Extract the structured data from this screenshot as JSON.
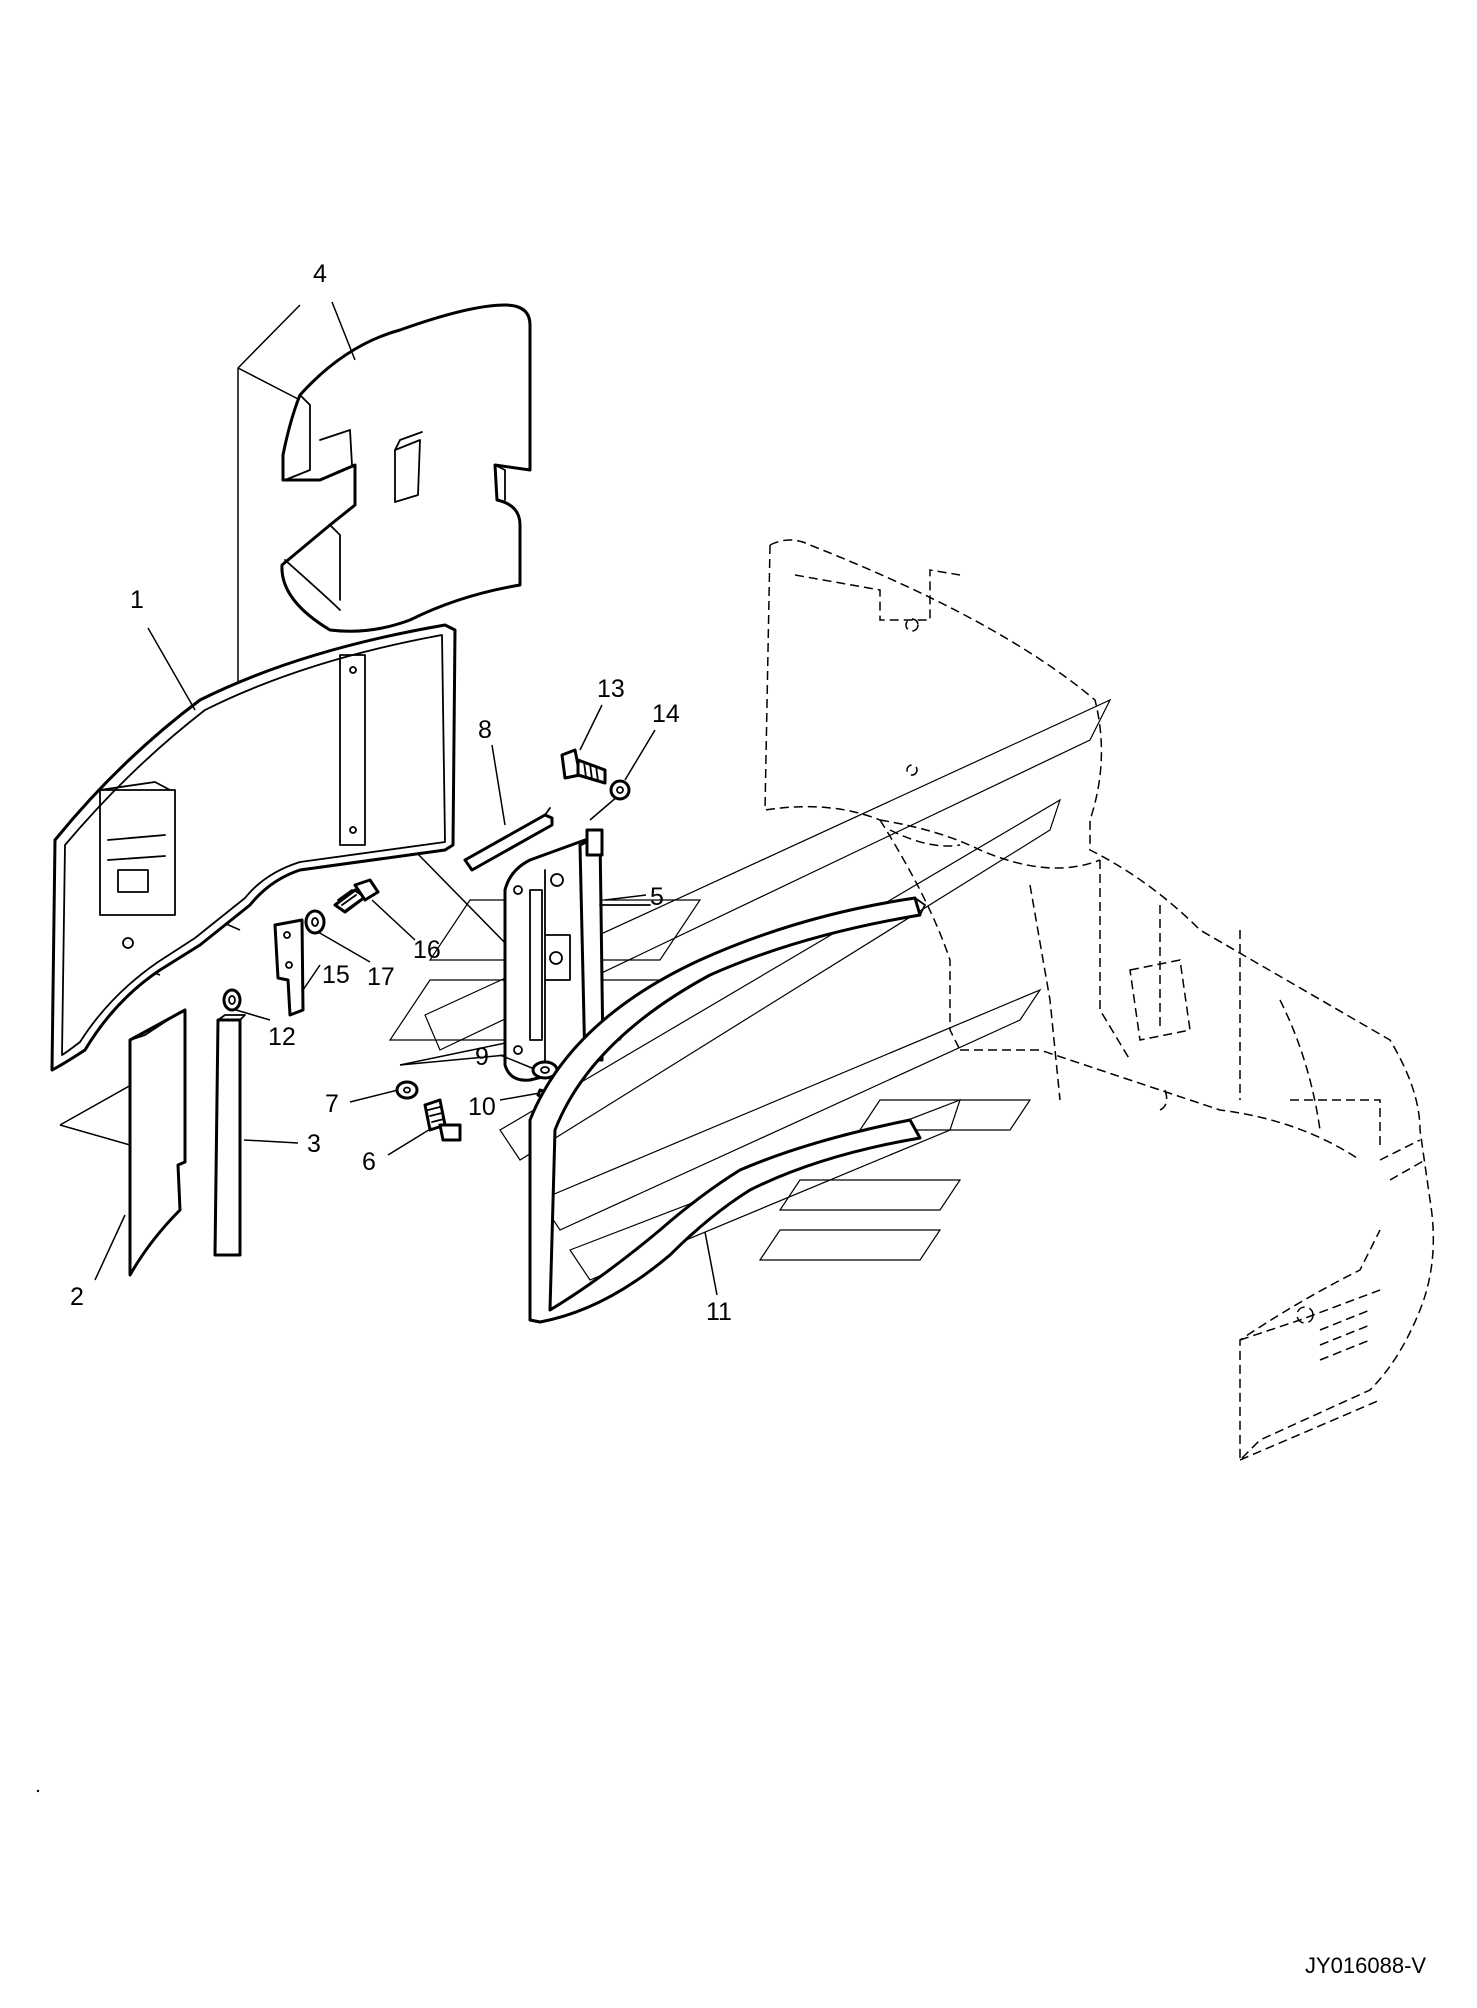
{
  "figure": {
    "drawing_code": "JY016088-V",
    "part_labels": [
      "1",
      "2",
      "3",
      "4",
      "5",
      "6",
      "7",
      "8",
      "9",
      "10",
      "11",
      "12",
      "13",
      "14",
      "15",
      "16",
      "17"
    ],
    "parts": [
      {
        "callout": "1",
        "kind": "door-panel"
      },
      {
        "callout": "2",
        "kind": "seal-strip"
      },
      {
        "callout": "3",
        "kind": "seal-bar"
      },
      {
        "callout": "4",
        "kind": "insulation-pad"
      },
      {
        "callout": "5",
        "kind": "hinge"
      },
      {
        "callout": "6",
        "kind": "bolt"
      },
      {
        "callout": "7",
        "kind": "washer"
      },
      {
        "callout": "8",
        "kind": "pin"
      },
      {
        "callout": "9",
        "kind": "washer"
      },
      {
        "callout": "10",
        "kind": "cotter-pin"
      },
      {
        "callout": "11",
        "kind": "weather-strip"
      },
      {
        "callout": "12",
        "kind": "washer"
      },
      {
        "callout": "13",
        "kind": "bolt"
      },
      {
        "callout": "14",
        "kind": "washer"
      },
      {
        "callout": "15",
        "kind": "plate"
      },
      {
        "callout": "16",
        "kind": "bolt"
      },
      {
        "callout": "17",
        "kind": "washer"
      }
    ]
  }
}
